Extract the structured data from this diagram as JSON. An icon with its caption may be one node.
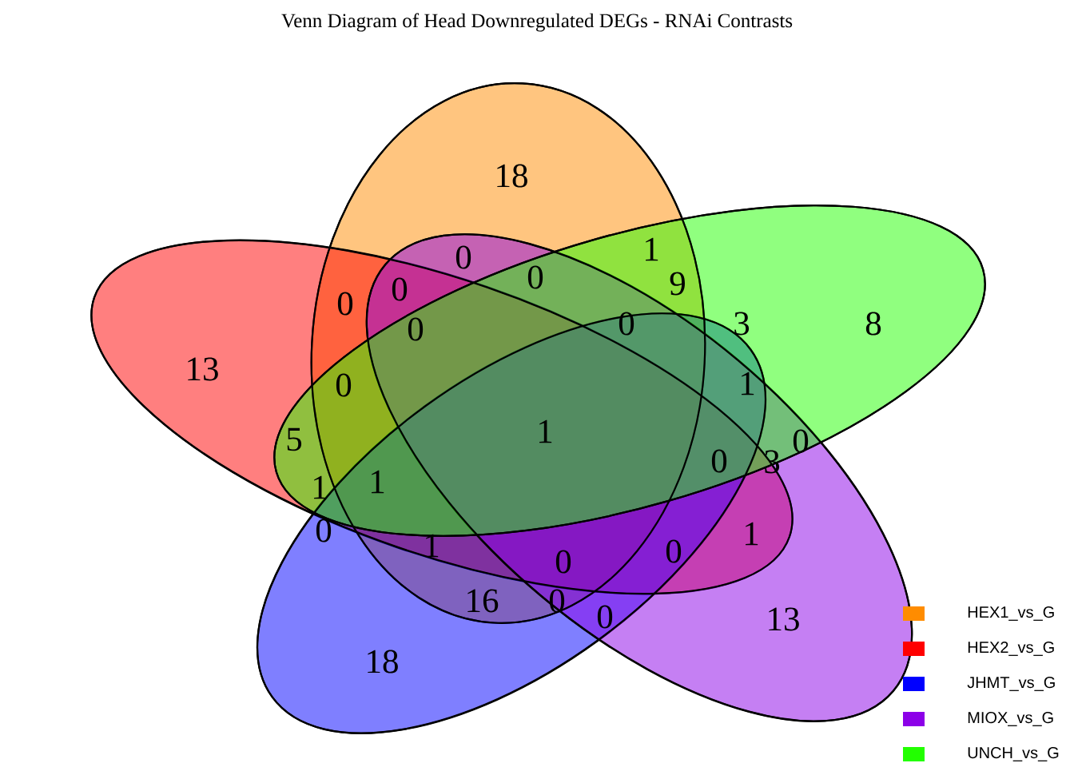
{
  "diagram": {
    "title": "Venn Diagram of Head Downregulated DEGs - RNAi Contrasts",
    "nodes": [
      {
        "text": [],
        "shape": "ellipse"
      },
      {
        "text": [],
        "shape": "ellipse"
      },
      {
        "text": [],
        "shape": "ellipse"
      },
      {
        "text": [],
        "shape": "ellipse"
      },
      {
        "text": [],
        "shape": "ellipse"
      }
    ],
    "edges": [],
    "labels": [
      "18",
      "1",
      "0",
      "0",
      "9",
      "0",
      "0",
      "3",
      "0",
      "8",
      "0",
      "13",
      "0",
      "1",
      "1",
      "5",
      "0",
      "0",
      "3",
      "1",
      "1",
      "0",
      "1",
      "1",
      "0",
      "0",
      "16",
      "0",
      "0",
      "13",
      "18"
    ],
    "legend": [
      {
        "text": "HEX1_vs_G",
        "color": "#ff8c00"
      },
      {
        "text": "HEX2_vs_G",
        "color": "#ff0000"
      },
      {
        "text": "JHMT_vs_G",
        "color": "#0000ff"
      },
      {
        "text": "MIOX_vs_G",
        "color": "#8c00e8"
      },
      {
        "text": "UNCH_vs_G",
        "color": "#22ff00"
      }
    ]
  }
}
